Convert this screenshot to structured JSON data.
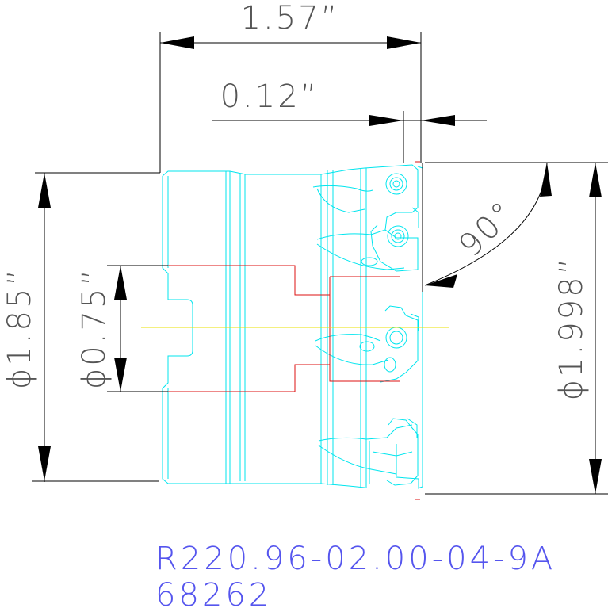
{
  "dimensions": {
    "overall_length": "1.57”",
    "insert_offset": "0.12”",
    "shank_diameter": "ϕ1.85”",
    "bore_diameter": "ϕ0.75”",
    "cutter_diameter": "ϕ1.998”",
    "lead_angle": "90°"
  },
  "part": {
    "number": "R220.96-02.00-04-9A",
    "code": "68262"
  },
  "colors": {
    "outline": "#00e5ee",
    "hidden": "#dd1111",
    "centerline": "#e8e000",
    "dimension": "#000000",
    "dim_text": "#555555",
    "part_text": "#5555ee"
  }
}
